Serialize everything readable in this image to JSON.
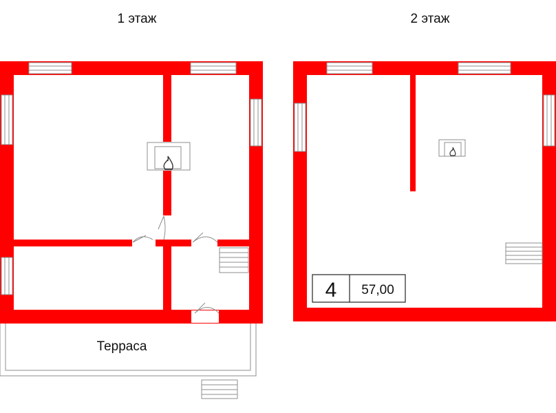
{
  "floors": [
    {
      "title": "1 этаж"
    },
    {
      "title": "2 этаж"
    }
  ],
  "terrace_label": "Терраса",
  "info_box": {
    "number": "4",
    "area": "57,00"
  },
  "colors": {
    "wall": "#ff0000",
    "line": "#8c8c8c",
    "background": "#ffffff"
  },
  "icons": [
    "stove-icon",
    "flame-icon",
    "stairs-icon",
    "door-icon",
    "window-icon"
  ]
}
